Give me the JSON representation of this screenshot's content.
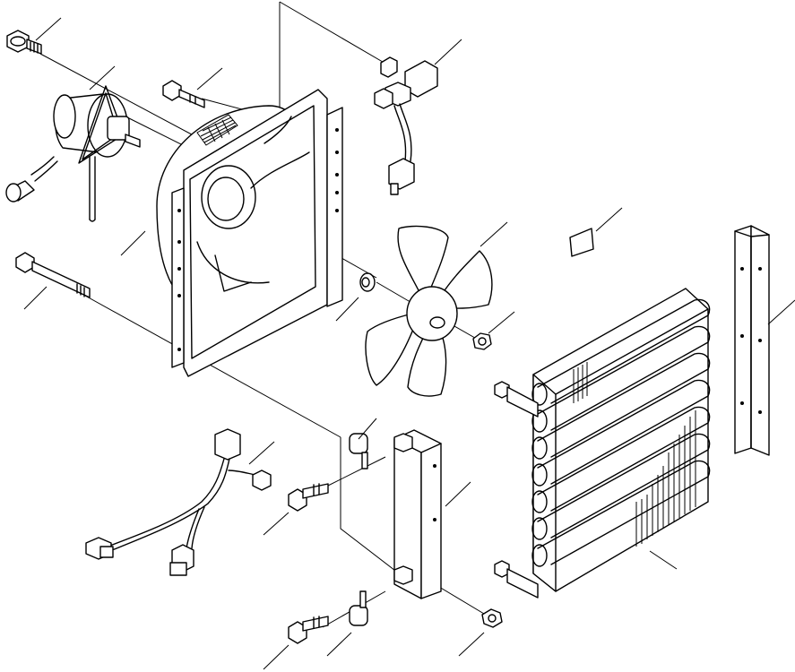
{
  "diagram": {
    "type": "exploded-parts-view",
    "parts": [
      {
        "name": "upper-mounting-bolt"
      },
      {
        "name": "fan-motor"
      },
      {
        "name": "motor-bolt"
      },
      {
        "name": "fan-shroud"
      },
      {
        "name": "long-bolt"
      },
      {
        "name": "spacer-washer"
      },
      {
        "name": "fan-blade"
      },
      {
        "name": "fan-nut"
      },
      {
        "name": "relay-switch"
      },
      {
        "name": "label-plate"
      },
      {
        "name": "side-bracket"
      },
      {
        "name": "condenser-core"
      },
      {
        "name": "wiring-harness"
      },
      {
        "name": "mounting-bracket"
      },
      {
        "name": "rubber-cushion"
      },
      {
        "name": "flange-bolt"
      },
      {
        "name": "flange-nut"
      }
    ],
    "line_color": "#000000",
    "background_color": "#ffffff"
  }
}
